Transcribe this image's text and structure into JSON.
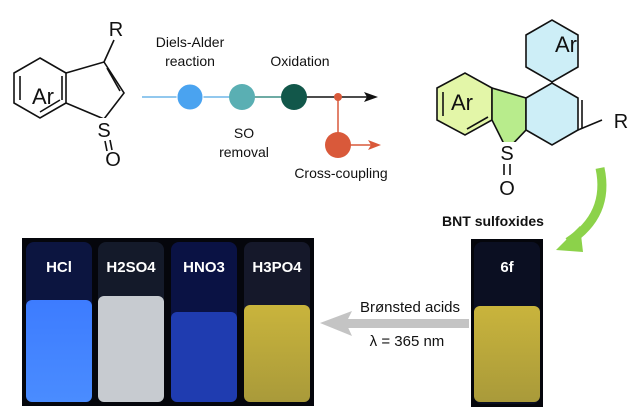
{
  "reactant": {
    "ring_label": "Ar",
    "substituent": "R",
    "sulfur": "S",
    "oxygen": "O"
  },
  "pathway": {
    "steps": [
      "Diels-Alder",
      "reaction",
      "SO",
      "removal",
      "Oxidation",
      "Cross-coupling"
    ],
    "colors": {
      "diels_alder": "#4aa3f0",
      "so_removal": "#5aafb3",
      "oxidation": "#12574a",
      "cross_coupling": "#d9593a"
    }
  },
  "product": {
    "ring_label_1": "Ar",
    "ring_label_2": "Ar",
    "substituent": "R",
    "sulfur": "S",
    "oxygen": "O",
    "name": "BNT sulfoxides"
  },
  "photos": {
    "vials": [
      "HCl",
      "H2SO4",
      "HNO3",
      "H3PO4"
    ],
    "reference": "6f"
  },
  "conversion": {
    "label": "Brønsted acids",
    "condition": "λ = 365 nm"
  }
}
